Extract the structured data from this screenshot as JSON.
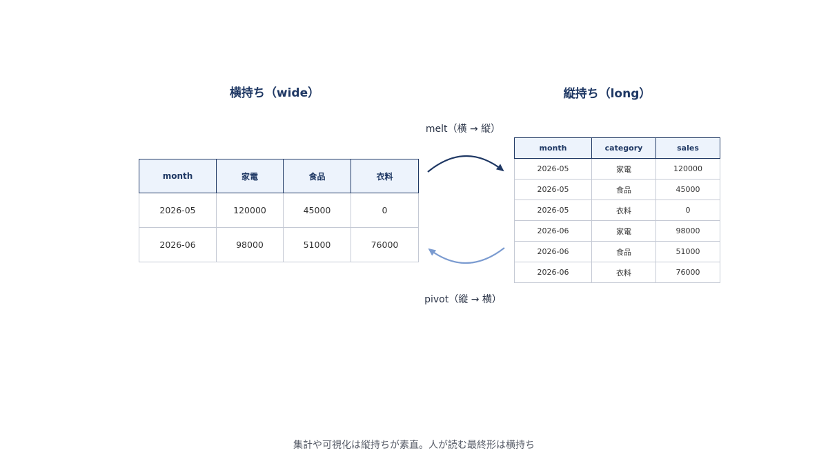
{
  "wide": {
    "title": "横持ち（wide）",
    "headers": [
      "month",
      "家電",
      "食品",
      "衣料"
    ],
    "rows": [
      [
        "2026-05",
        "120000",
        "45000",
        "0"
      ],
      [
        "2026-06",
        "98000",
        "51000",
        "76000"
      ]
    ]
  },
  "long": {
    "title": "縦持ち（long）",
    "headers": [
      "month",
      "category",
      "sales"
    ],
    "rows": [
      [
        "2026-05",
        "家電",
        "120000"
      ],
      [
        "2026-05",
        "食品",
        "45000"
      ],
      [
        "2026-05",
        "衣料",
        "0"
      ],
      [
        "2026-06",
        "家電",
        "98000"
      ],
      [
        "2026-06",
        "食品",
        "51000"
      ],
      [
        "2026-06",
        "衣料",
        "76000"
      ]
    ]
  },
  "operations": {
    "melt_label": "melt（横 → 縦）",
    "pivot_label": "pivot（縦 → 横）"
  },
  "caption": "集計や可視化は縦持ちが素直。人が読む最終形は横持ち",
  "colors": {
    "dark_navy": "#1f3864",
    "header_fill": "#edf3fc",
    "light_blue_arrow": "#7b9bd0",
    "cell_border": "#c4c9d4"
  }
}
